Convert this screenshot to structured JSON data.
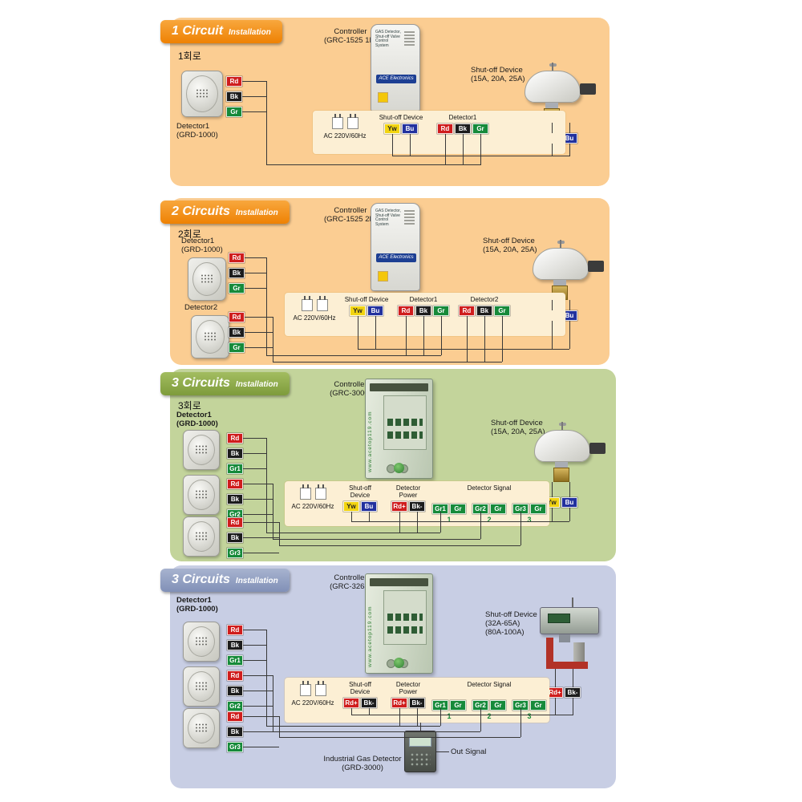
{
  "colors": {
    "panel_orange": "#fbcd92",
    "panel_green": "#c3d49b",
    "panel_blue": "#c8cee4",
    "badge_orange": "#ee8103",
    "badge_green": "#7d9b3b",
    "badge_slate": "#8190b7",
    "wiring_box": "#fcefd4",
    "signal_number_green": "#168a3a"
  },
  "terminal_colors": {
    "Rd": {
      "bg": "#cf1d1d",
      "fg": "#ffffff"
    },
    "Bk": {
      "bg": "#1c1c1c",
      "fg": "#ffffff"
    },
    "Gr": {
      "bg": "#168a3a",
      "fg": "#ffffff"
    },
    "Yw": {
      "bg": "#f2d411",
      "fg": "#222222"
    },
    "Bu": {
      "bg": "#22319e",
      "fg": "#ffffff"
    }
  },
  "panels": [
    {
      "badge_title": "1 Circuit",
      "badge_sub": "Installation",
      "circuit_label": "1회로",
      "detector1_label": "Detector1",
      "detector1_model": "(GRD-1000)",
      "detector1_terminals": [
        "Rd",
        "Bk",
        "Gr"
      ],
      "controller_label": "Controller",
      "controller_model": "(GRC-1525 1P)",
      "controller_top_text": "GAS Detector, Shut-off Valve Control System",
      "controller_brand": "ACE Electronics",
      "shutoff_label": "Shut-off Device",
      "shutoff_spec1": "(15A, 20A, 25A)",
      "shutoff_terminals": [
        "Yw",
        "Bu"
      ],
      "power_label": "AC 220V/60Hz",
      "groups": [
        {
          "label": "Shut-off Device",
          "terminals": [
            "Yw",
            "Bu"
          ]
        },
        {
          "label": "Detector1",
          "terminals": [
            "Rd",
            "Bk",
            "Gr"
          ]
        }
      ]
    },
    {
      "badge_title": "2 Circuits",
      "badge_sub": "Installation",
      "circuit_label": "2회로",
      "detector1_label": "Detector1",
      "detector1_model": "(GRD-1000)",
      "detector1_terminals": [
        "Rd",
        "Bk",
        "Gr"
      ],
      "detector2_label": "Detector2",
      "detector2_terminals": [
        "Rd",
        "Bk",
        "Gr"
      ],
      "controller_label": "Controller",
      "controller_model": "(GRC-1525 2P)",
      "controller_top_text": "GAS Detector, Shut-off Valve Control System",
      "controller_brand": "ACE Electronics",
      "shutoff_label": "Shut-off Device",
      "shutoff_spec1": "(15A, 20A, 25A)",
      "shutoff_terminals": [
        "Yw",
        "Bu"
      ],
      "power_label": "AC 220V/60Hz",
      "groups": [
        {
          "label": "Shut-off Device",
          "terminals": [
            "Yw",
            "Bu"
          ]
        },
        {
          "label": "Detector1",
          "terminals": [
            "Rd",
            "Bk",
            "Gr"
          ]
        },
        {
          "label": "Detector2",
          "terminals": [
            "Rd",
            "Bk",
            "Gr"
          ]
        }
      ]
    },
    {
      "badge_title": "3 Circuits",
      "badge_sub": "Installation",
      "circuit_label": "3회로",
      "detector1_label": "Detector1",
      "detector1_model": "(GRD-1000)",
      "det_cols": [
        [
          "Rd",
          "Bk",
          "Gr1"
        ],
        [
          "Rd",
          "Bk",
          "Gr2"
        ],
        [
          "Rd",
          "Bk",
          "Gr3"
        ]
      ],
      "controller_label": "Controller",
      "controller_model": "(GRC-3000)",
      "controller_site": "www.acetop119.com",
      "shutoff_label": "Shut-off Device",
      "shutoff_spec1": "(15A, 20A, 25A)",
      "shutoff_terminals": [
        "Yw",
        "Bu"
      ],
      "power_label": "AC 220V/60Hz",
      "groups": [
        {
          "label": "Shut-off Device",
          "terminals": [
            "Yw",
            "Bu"
          ]
        },
        {
          "label": "Detector Power",
          "terminals": [
            "Rd+",
            "Bk-"
          ]
        }
      ],
      "signal_group_label": "Detector Signal",
      "signal_pairs": [
        {
          "terminals": [
            "Gr1",
            "Gr"
          ],
          "num": "1"
        },
        {
          "terminals": [
            "Gr2",
            "Gr"
          ],
          "num": "2"
        },
        {
          "terminals": [
            "Gr3",
            "Gr"
          ],
          "num": "3"
        }
      ]
    },
    {
      "badge_title": "3 Circuits",
      "badge_sub": "Installation",
      "detector1_label": "Detector1",
      "detector1_model": "(GRD-1000)",
      "det_cols": [
        [
          "Rd",
          "Bk",
          "Gr1"
        ],
        [
          "Rd",
          "Bk",
          "Gr2"
        ],
        [
          "Rd",
          "Bk",
          "Gr3"
        ]
      ],
      "controller_label": "Controller",
      "controller_model": "(GRC-3265)",
      "controller_site": "www.acetop119.com",
      "shutoff_label": "Shut-off Device",
      "shutoff_spec1": "(32A-65A)",
      "shutoff_spec2": "(80A-100A)",
      "shutoff_terminals": [
        "Rd+",
        "Bk-"
      ],
      "power_label": "AC 220V/60Hz",
      "groups": [
        {
          "label": "Shut-off Device",
          "terminals": [
            "Rd+",
            "Bk-"
          ]
        },
        {
          "label": "Detector Power",
          "terminals": [
            "Rd+",
            "Bk-"
          ]
        }
      ],
      "signal_group_label": "Detector Signal",
      "signal_pairs": [
        {
          "terminals": [
            "Gr1",
            "Gr"
          ],
          "num": "1"
        },
        {
          "terminals": [
            "Gr2",
            "Gr"
          ],
          "num": "2"
        },
        {
          "terminals": [
            "Gr3",
            "Gr"
          ],
          "num": "3"
        }
      ],
      "industrial_label": "Industrial Gas Detector",
      "industrial_model": "(GRD-3000)",
      "out_signal_label": "Out Signal"
    }
  ]
}
